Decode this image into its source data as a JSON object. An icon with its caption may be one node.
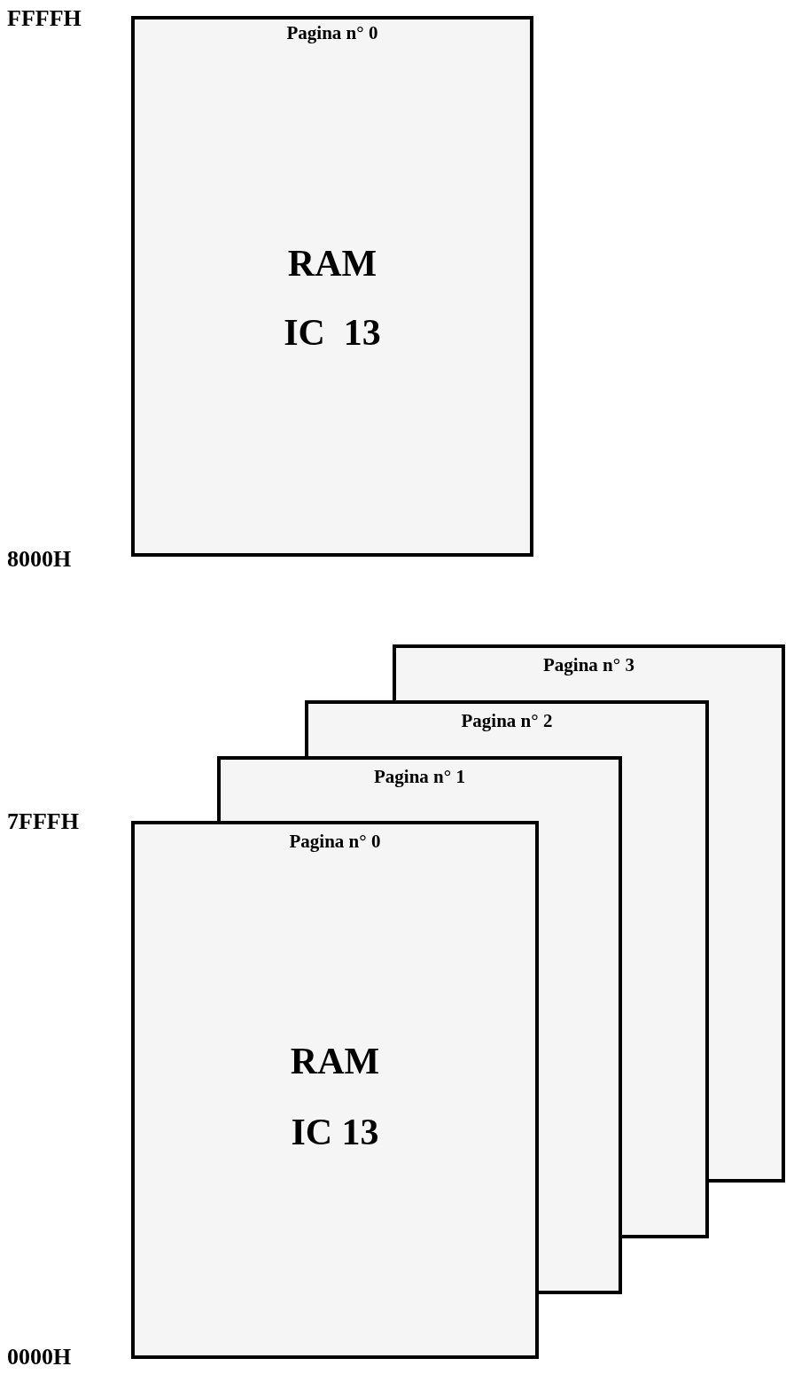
{
  "diagram": {
    "nodes": [
      {
        "text": [
          "Pagina n° 0",
          "RAM",
          "IC  13"
        ]
      },
      {
        "text": [
          "Pagina n° 3"
        ]
      },
      {
        "text": [
          "Pagina n° 2"
        ]
      },
      {
        "text": [
          "Pagina n° 1"
        ]
      },
      {
        "text": [
          "Pagina n° 0",
          "RAM",
          "IC 13"
        ]
      }
    ],
    "edges": [],
    "labels": [
      "FFFFH",
      "8000H",
      "7FFFH",
      "0000H"
    ]
  }
}
